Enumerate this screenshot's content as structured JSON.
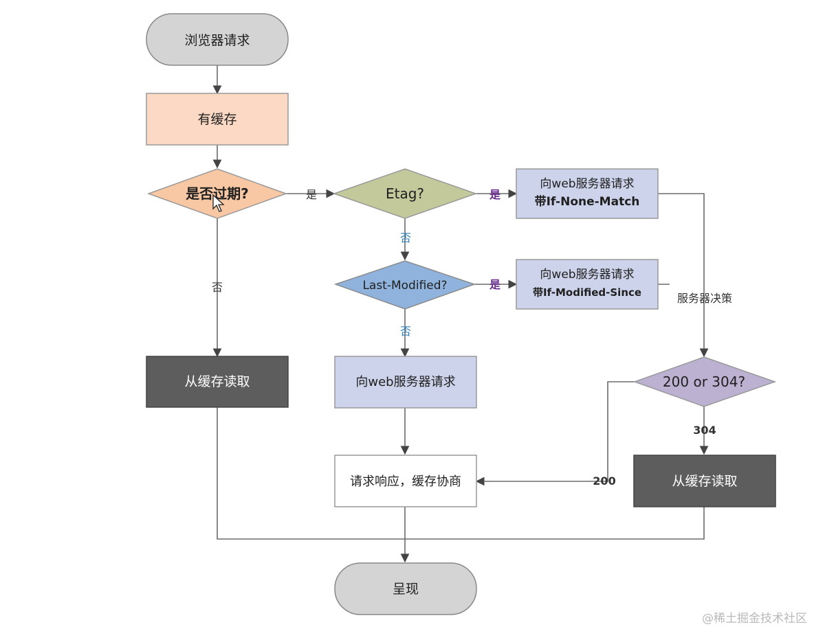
{
  "nodes": {
    "browser_request": "浏览器请求",
    "has_cache": "有缓存",
    "expired_question": "是否过期?",
    "etag_question": "Etag?",
    "request_if_none_match": {
      "line1": "向web服务器请求",
      "line2": "带If-None-Match"
    },
    "last_modified_question": "Last-Modified?",
    "request_if_modified_since": {
      "line1": "向web服务器请求",
      "line2": "带If-Modified-Since"
    },
    "read_from_cache_left": "从缓存读取",
    "request_web_server": "向web服务器请求",
    "status_question": "200 or 304?",
    "response_negotiation": "请求响应，缓存协商",
    "read_from_cache_right": "从缓存读取",
    "render": "呈现"
  },
  "edge_labels": {
    "expired_yes": "是",
    "expired_no": "否",
    "etag_yes": "是",
    "etag_no": "否",
    "last_modified_yes": "是",
    "last_modified_no": "否",
    "server_decision": "服务器决策",
    "status_304": "304",
    "status_200": "200"
  },
  "watermark": "@稀土掘金技术社区",
  "colors": {
    "terminal_fill": "#d4d4d4",
    "has_cache_fill": "#fbd9c4",
    "expired_fill": "#f8c7a4",
    "etag_fill": "#c3c99b",
    "last_modified_fill": "#8fb3dc",
    "request_fill": "#ccd3ea",
    "status_fill": "#bcb1d1",
    "dark_box_fill": "#5d5d5d",
    "yes_label_color": "#6a2f8e",
    "no_label_color": "#2f7fb8"
  }
}
